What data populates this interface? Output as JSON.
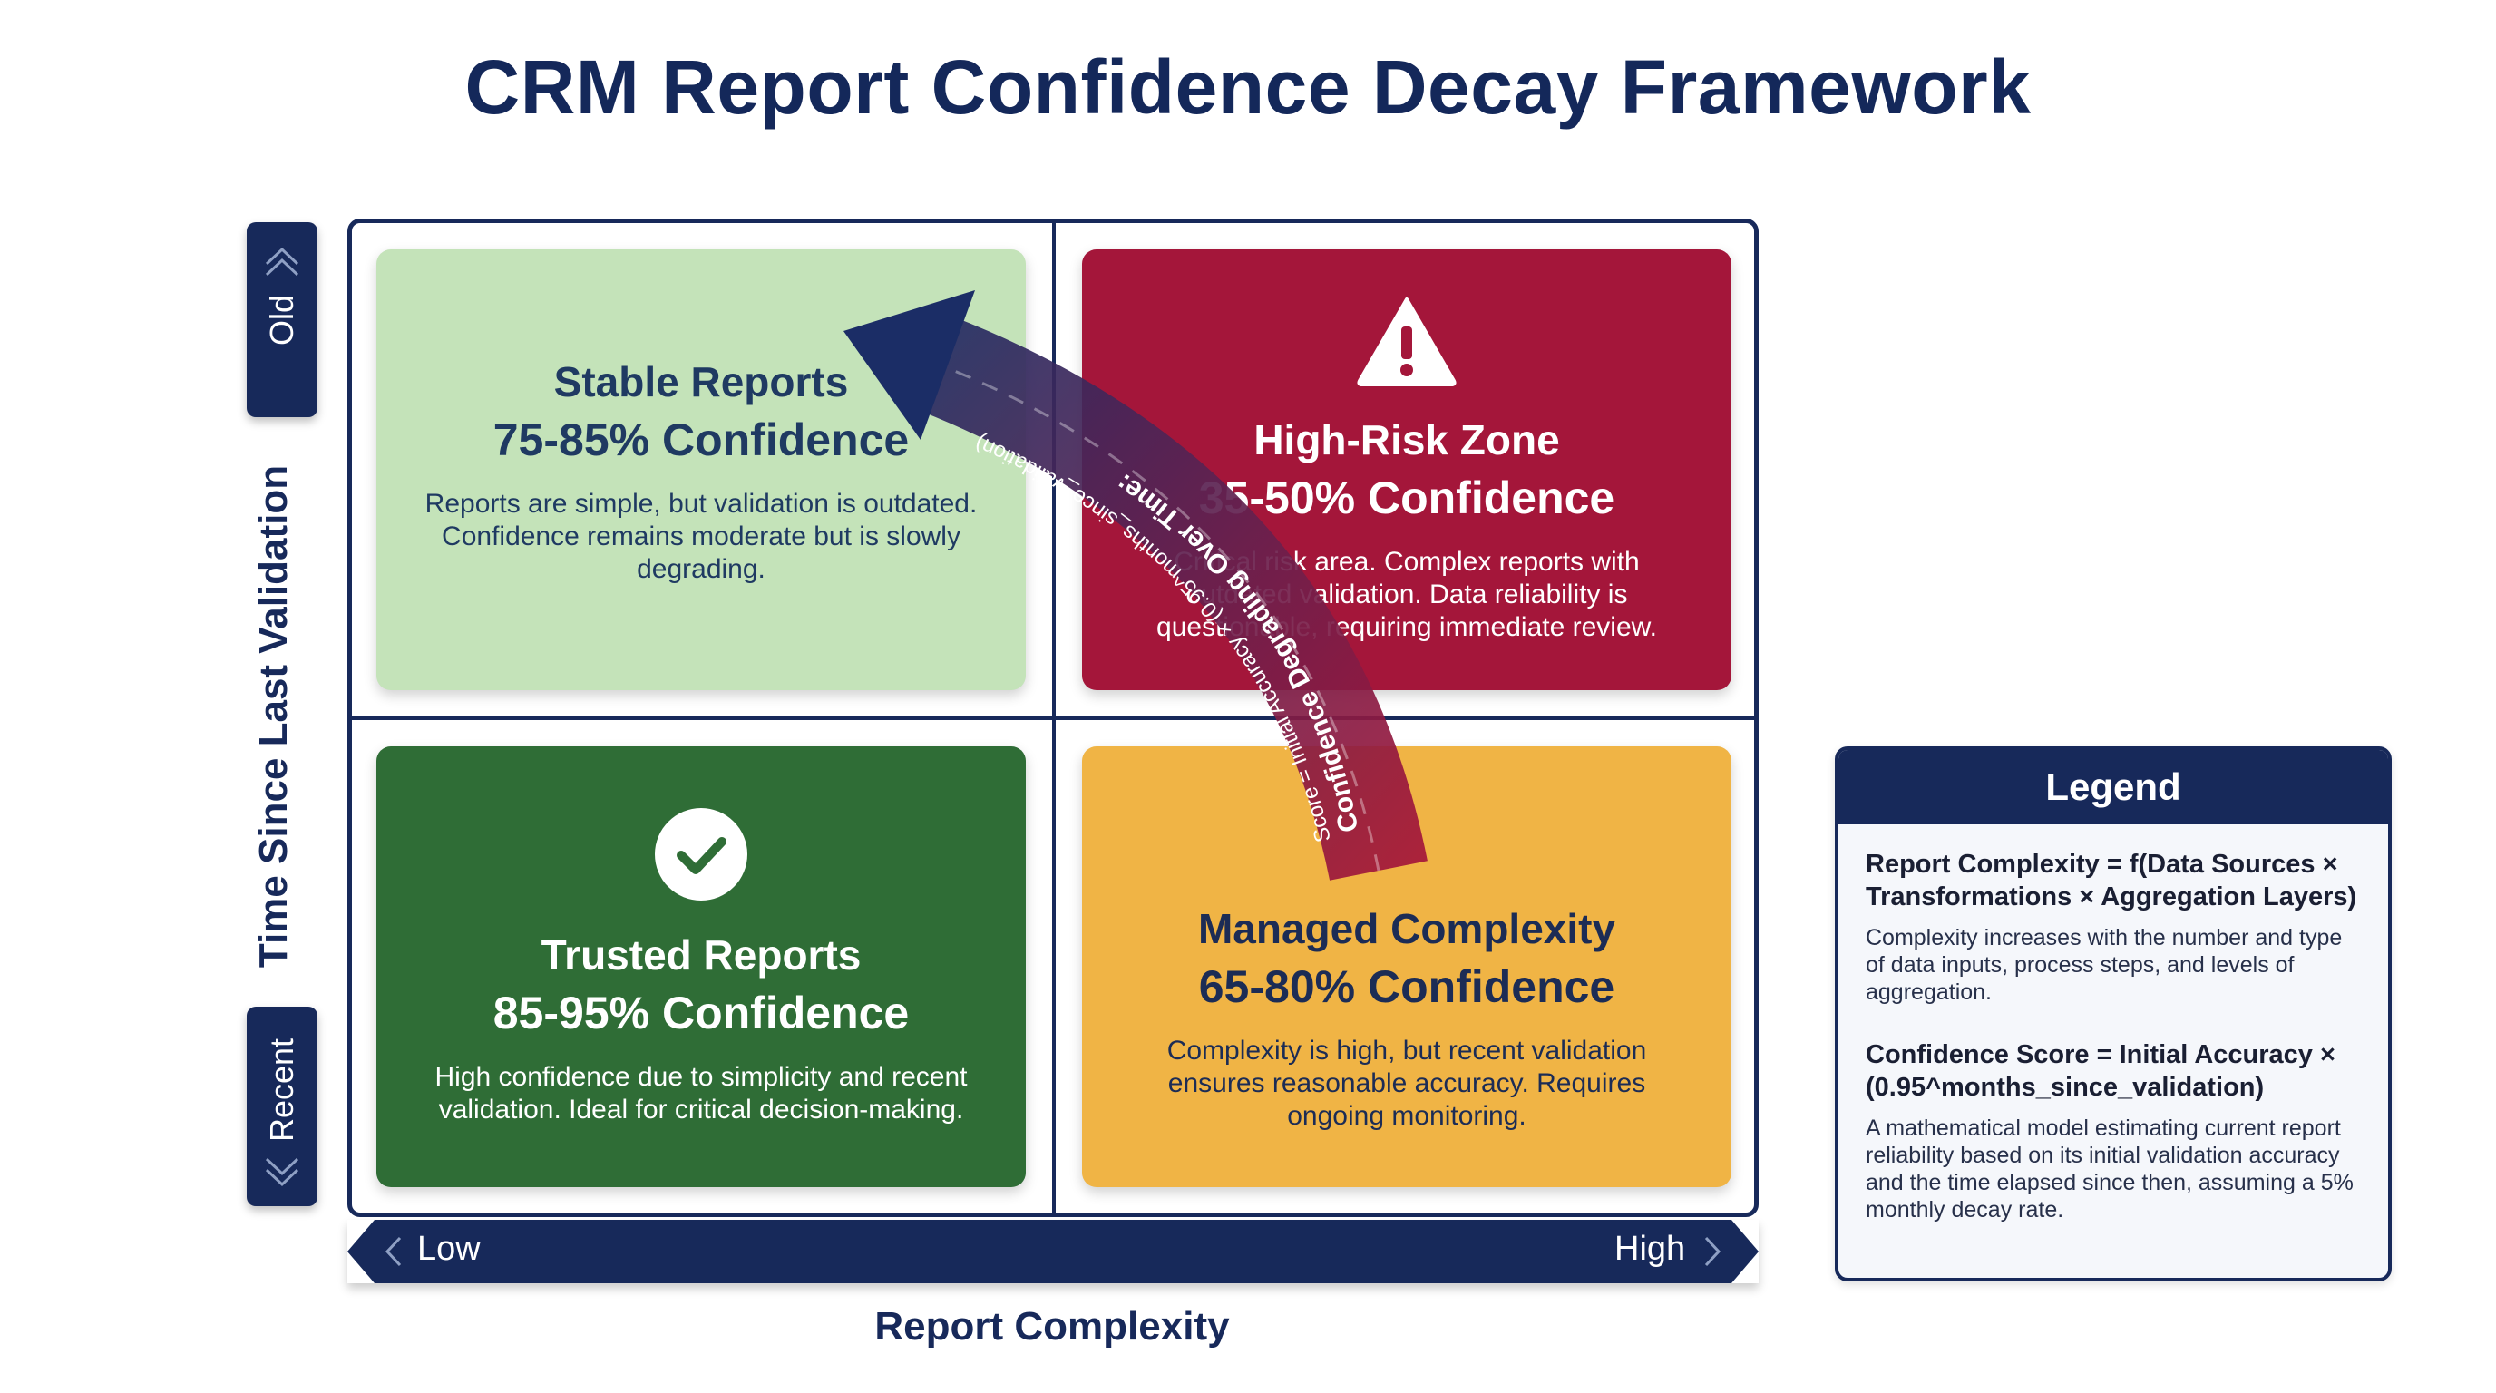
{
  "title": "CRM Report Confidence Decay Framework",
  "y_axis": {
    "title": "Time Since Last Validation",
    "top_label": "Old",
    "bottom_label": "Recent"
  },
  "x_axis": {
    "title": "Report Complexity",
    "left_label": "Low",
    "right_label": "High"
  },
  "quadrants": {
    "stable": {
      "name": "Stable Reports",
      "confidence": "75-85% Confidence",
      "description": "Reports are simple, but validation is outdated. Confidence remains moderate but is slowly degrading."
    },
    "risk": {
      "name": "High-Risk Zone",
      "confidence": "35-50% Confidence",
      "description": "Critical risk area. Complex reports with outdated validation. Data reliability is questionable, requiring immediate review.",
      "icon": "warning-icon"
    },
    "trusted": {
      "name": "Trusted Reports",
      "confidence": "85-95% Confidence",
      "description": "High confidence due to simplicity and recent validation. Ideal for critical decision-making.",
      "icon": "check-circle-icon"
    },
    "managed": {
      "name": "Managed Complexity",
      "confidence": "65-80% Confidence",
      "description": "Complexity is high, but recent validation ensures reasonable accuracy. Requires ongoing monitoring."
    }
  },
  "decay_arrow": {
    "title": "Confidence Degrading Over Time:",
    "formula": "Score = Initial Accuracy × (0.95^months_since_validation)"
  },
  "legend": {
    "title": "Legend",
    "items": [
      {
        "term": "Report Complexity = f(Data Sources × Transformations × Aggregation Layers)",
        "definition": "Complexity increases with the number and type of data inputs, process steps, and levels of aggregation."
      },
      {
        "term": "Confidence Score = Initial Accuracy × (0.95^months_since_validation)",
        "definition": "A mathematical model estimating current report reliability based on its initial validation accuracy and the time elapsed since then, assuming a 5% monthly decay rate."
      }
    ]
  },
  "colors": {
    "navy": "#17295a",
    "stable": "#c4e3b9",
    "risk": "#a4163a",
    "trusted": "#2f6d36",
    "managed": "#f0b445"
  }
}
